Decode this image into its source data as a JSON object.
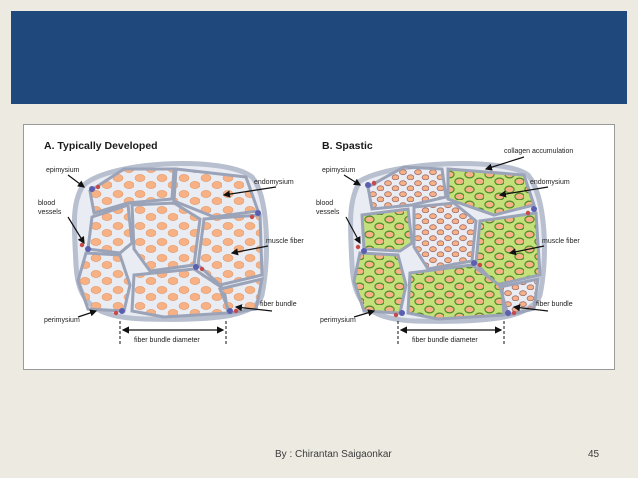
{
  "slide": {
    "footer_author": "By : Chirantan Saigaonkar",
    "page_number": "45"
  },
  "figure": {
    "panel_a": {
      "title": "A. Typically Developed",
      "labels": {
        "epimysium": "epimysium",
        "blood_vessels_1": "blood",
        "blood_vessels_2": "vessels",
        "endomysium": "endomysium",
        "muscle_fiber": "muscle fiber",
        "fiber_bundle": "fiber bundle",
        "perimysium": "perimysium",
        "fiber_bundle_diameter": "fiber bundle diameter"
      }
    },
    "panel_b": {
      "title": "B. Spastic",
      "labels": {
        "collagen_accumulation": "collagen accumulation",
        "epimysium": "epimysium",
        "blood_vessels_1": "blood",
        "blood_vessels_2": "vessels",
        "endomysium": "endomysium",
        "muscle_fiber": "muscle fiber",
        "fiber_bundle": "fiber bundle",
        "perimysium": "perimysium",
        "fiber_bundle_diameter": "fiber bundle diameter"
      }
    },
    "colors": {
      "fiber_fill": "#f7b184",
      "fiber_outline_normal": "#e39a6a",
      "fiber_outline_spastic": "#4e8a2a",
      "collagen_fill": "#c3e07a",
      "perimysium": "#9aa3b8",
      "epimysium_border": "#b8bfcf"
    }
  }
}
